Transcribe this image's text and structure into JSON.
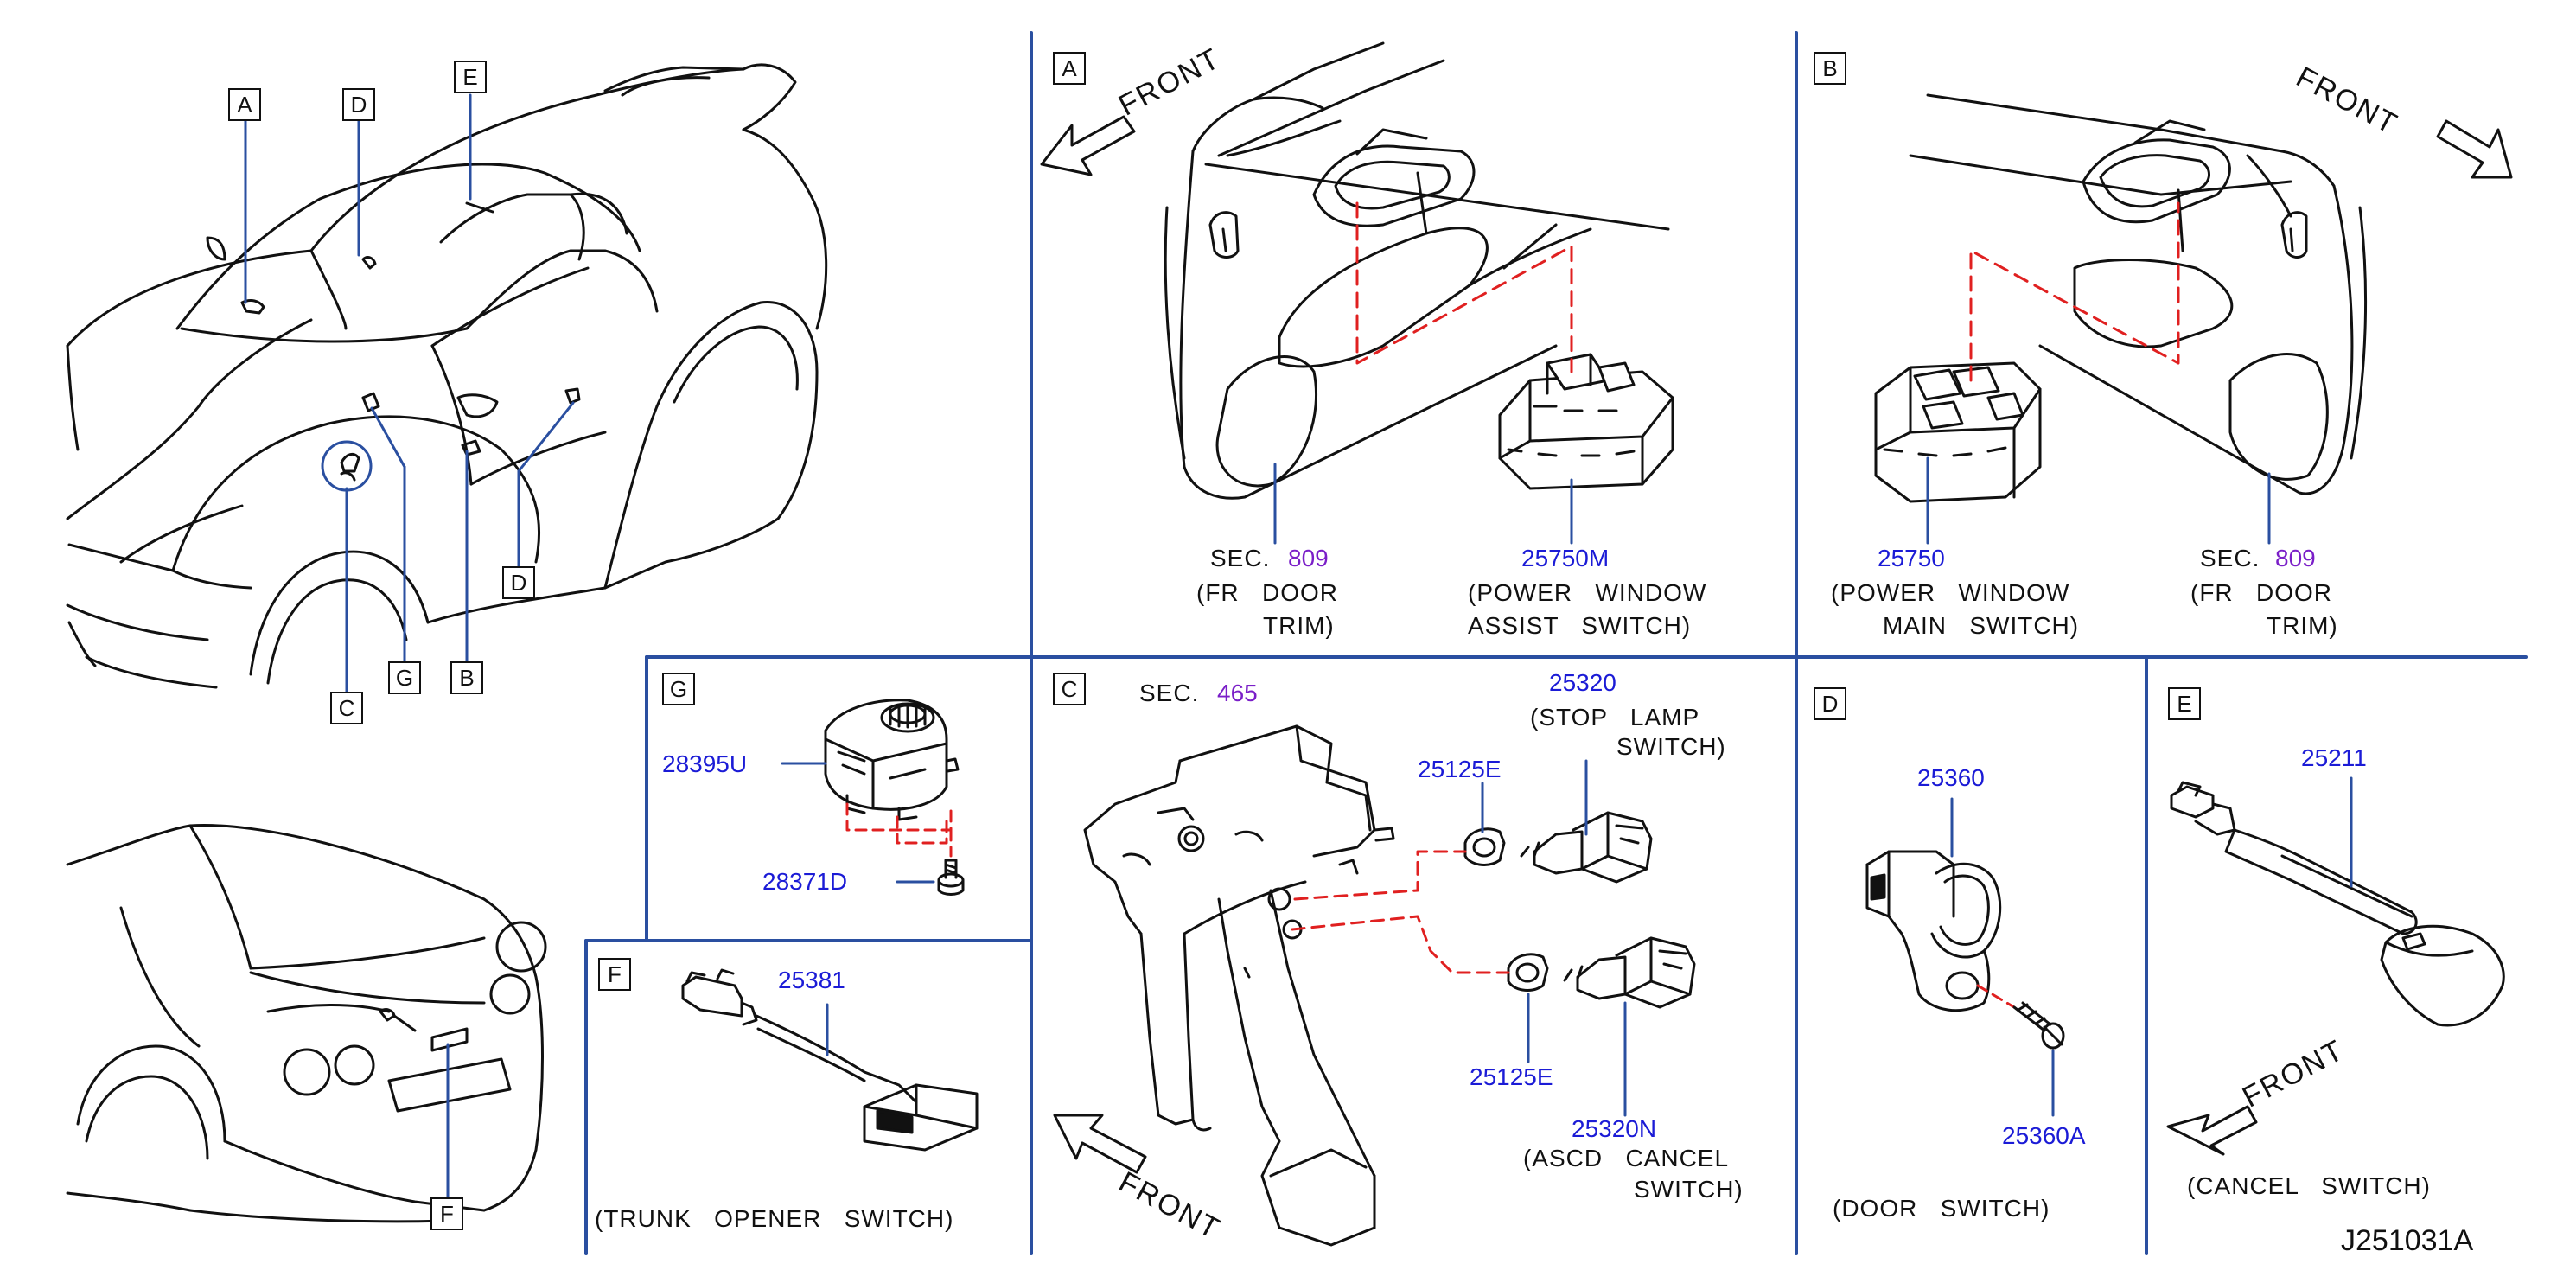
{
  "diagram_code": "J251031A",
  "front_label": "FRONT",
  "overview": {
    "callouts": [
      "A",
      "D",
      "E",
      "C",
      "G",
      "B",
      "D",
      "F"
    ]
  },
  "panel_A": {
    "letter": "A",
    "sec_prefix": "SEC.",
    "sec_number": "809",
    "sec_desc_1": "(FR   DOOR",
    "sec_desc_2": "TRIM)",
    "part_number": "25750M",
    "part_desc_1": "(POWER   WINDOW",
    "part_desc_2": "ASSIST   SWITCH)"
  },
  "panel_B": {
    "letter": "B",
    "part_number": "25750",
    "part_desc_1": "(POWER   WINDOW",
    "part_desc_2": "MAIN   SWITCH)",
    "sec_prefix": "SEC.",
    "sec_number": "809",
    "sec_desc_1": "(FR   DOOR",
    "sec_desc_2": "TRIM)"
  },
  "panel_G": {
    "letter": "G",
    "part_1": "28395U",
    "part_2": "28371D"
  },
  "panel_C": {
    "letter": "C",
    "sec_prefix": "SEC.",
    "sec_number": "465",
    "stop_lamp_number": "25320",
    "stop_lamp_desc_1": "(STOP   LAMP",
    "stop_lamp_desc_2": "SWITCH)",
    "clip_upper": "25125E",
    "clip_lower": "25125E",
    "ascd_number": "25320N",
    "ascd_desc_1": "(ASCD   CANCEL",
    "ascd_desc_2": "SWITCH)"
  },
  "panel_D": {
    "letter": "D",
    "part_number": "25360",
    "screw_number": "25360A",
    "desc": "(DOOR   SWITCH)"
  },
  "panel_E": {
    "letter": "E",
    "part_number": "25211",
    "desc": "(CANCEL   SWITCH)"
  },
  "panel_F": {
    "letter": "F",
    "part_number": "25381",
    "desc": "(TRUNK   OPENER   SWITCH)"
  },
  "colors": {
    "line": "#111111",
    "divider": "#2a4fa0",
    "part_number": "#1b1bd6",
    "section_number": "#7a1ec8",
    "dashed_leader": "#e02020"
  }
}
